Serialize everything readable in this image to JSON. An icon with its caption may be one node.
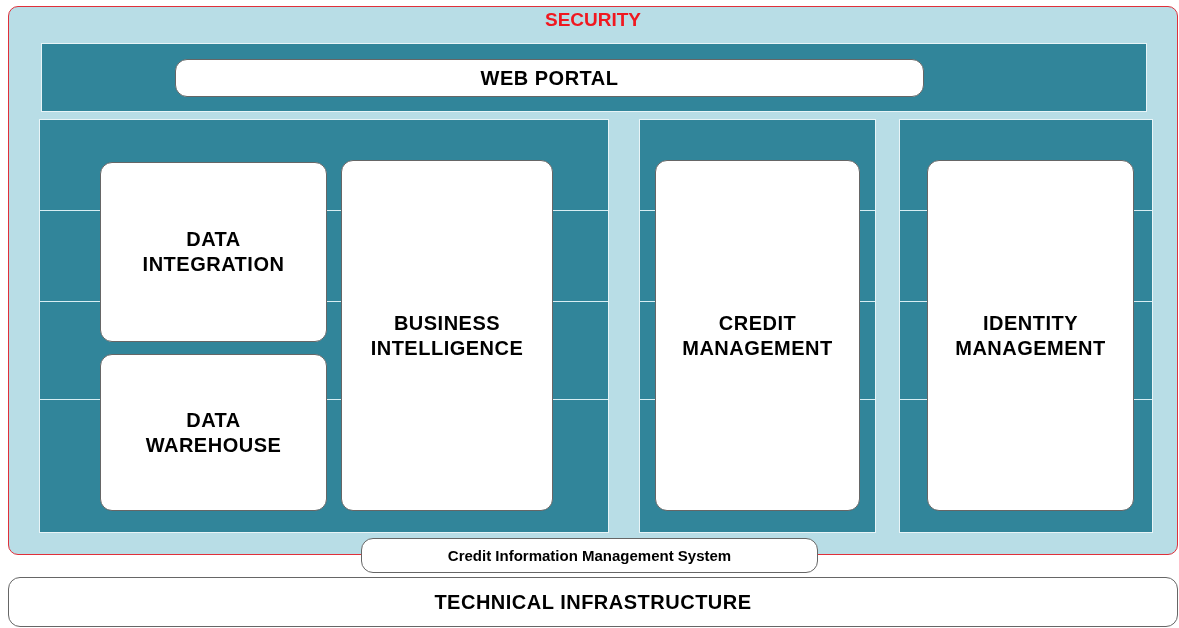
{
  "diagram": {
    "nodes": [
      {
        "text": [
          "SECURITY"
        ]
      },
      {
        "text": [],
        "shape": "box",
        "in": 0
      },
      {
        "text": [
          "WEB PORTAL"
        ],
        "in": 1
      },
      {
        "text": [],
        "shape": "box",
        "in": 0
      },
      {
        "text": [
          "DATA INTEGRATION"
        ],
        "in": 3
      },
      {
        "text": [
          "DATA WAREHOUSE"
        ],
        "in": 3
      },
      {
        "text": [
          "BUSINESS INTELLIGENCE"
        ],
        "in": 3
      },
      {
        "text": [],
        "shape": "box",
        "in": 0
      },
      {
        "text": [
          "CREDIT MANAGEMENT"
        ],
        "in": 7
      },
      {
        "text": [],
        "shape": "box",
        "in": 0
      },
      {
        "text": [
          "IDENTITY MANAGEMENT"
        ],
        "in": 9
      },
      {
        "text": [
          "Credit Information Management System"
        ]
      },
      {
        "text": [
          "TECHNICAL INFRASTRUCTURE"
        ]
      }
    ],
    "edges": []
  }
}
